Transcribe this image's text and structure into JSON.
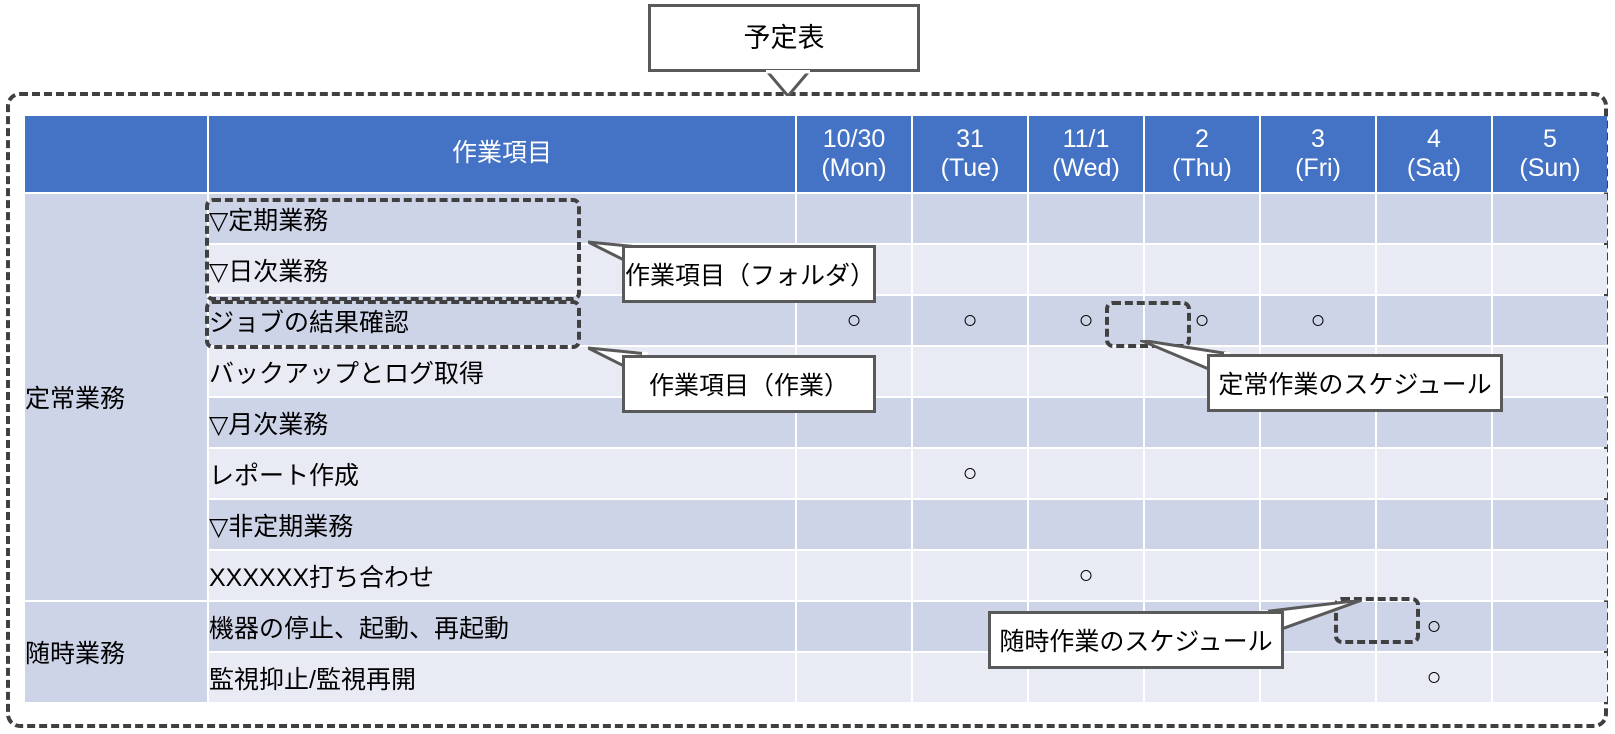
{
  "title_callout": {
    "label": "予定表"
  },
  "table": {
    "header": {
      "category_blank": "",
      "task_column": "作業項目",
      "days": [
        {
          "date": "10/30",
          "weekday": "(Mon)"
        },
        {
          "date": "31",
          "weekday": "(Tue)"
        },
        {
          "date": "11/1",
          "weekday": "(Wed)"
        },
        {
          "date": "2",
          "weekday": "(Thu)"
        },
        {
          "date": "3",
          "weekday": "(Fri)"
        },
        {
          "date": "4",
          "weekday": "(Sat)"
        },
        {
          "date": "5",
          "weekday": "(Sun)"
        }
      ]
    },
    "categories": [
      {
        "label": "定常業務",
        "rowspan": 8
      },
      {
        "label": "随時業務",
        "rowspan": 2
      }
    ],
    "rows": [
      {
        "task": "▽定期業務",
        "indent": 0,
        "marks": [
          "",
          "",
          "",
          "",
          "",
          "",
          ""
        ]
      },
      {
        "task": "▽日次業務",
        "indent": 1,
        "marks": [
          "",
          "",
          "",
          "",
          "",
          "",
          ""
        ]
      },
      {
        "task": "ジョブの結果確認",
        "indent": 2,
        "marks": [
          "○",
          "○",
          "○",
          "○",
          "○",
          "",
          ""
        ]
      },
      {
        "task": "バックアップとログ取得",
        "indent": 2,
        "marks": [
          "",
          "",
          "",
          "",
          "",
          "",
          ""
        ]
      },
      {
        "task": "▽月次業務",
        "indent": 1,
        "marks": [
          "",
          "",
          "",
          "",
          "",
          "",
          ""
        ]
      },
      {
        "task": "レポート作成",
        "indent": 2,
        "marks": [
          "",
          "○",
          "",
          "",
          "",
          "",
          ""
        ]
      },
      {
        "task": "▽非定期業務",
        "indent": 0,
        "marks": [
          "",
          "",
          "",
          "",
          "",
          "",
          ""
        ]
      },
      {
        "task": "XXXXXX打ち合わせ",
        "indent": 2,
        "marks": [
          "",
          "",
          "○",
          "",
          "",
          "",
          ""
        ]
      },
      {
        "task": "機器の停止、起動、再起動",
        "indent": 0,
        "marks": [
          "",
          "",
          "",
          "",
          "",
          "○",
          ""
        ]
      },
      {
        "task": "監視抑止/監視再開",
        "indent": 0,
        "marks": [
          "",
          "",
          "",
          "",
          "",
          "○",
          ""
        ]
      }
    ]
  },
  "annotations": {
    "folder": "作業項目（フォルダ）",
    "task": "作業項目（作業）",
    "regular_schedule": "定常作業のスケジュール",
    "adhoc_schedule": "随時作業のスケジュール"
  },
  "colors": {
    "header_blue": "#4472C4",
    "row_dark": "#CED4E8",
    "row_light": "#E8EBF4",
    "dashed_border": "#404040",
    "callout_border": "#595959"
  }
}
